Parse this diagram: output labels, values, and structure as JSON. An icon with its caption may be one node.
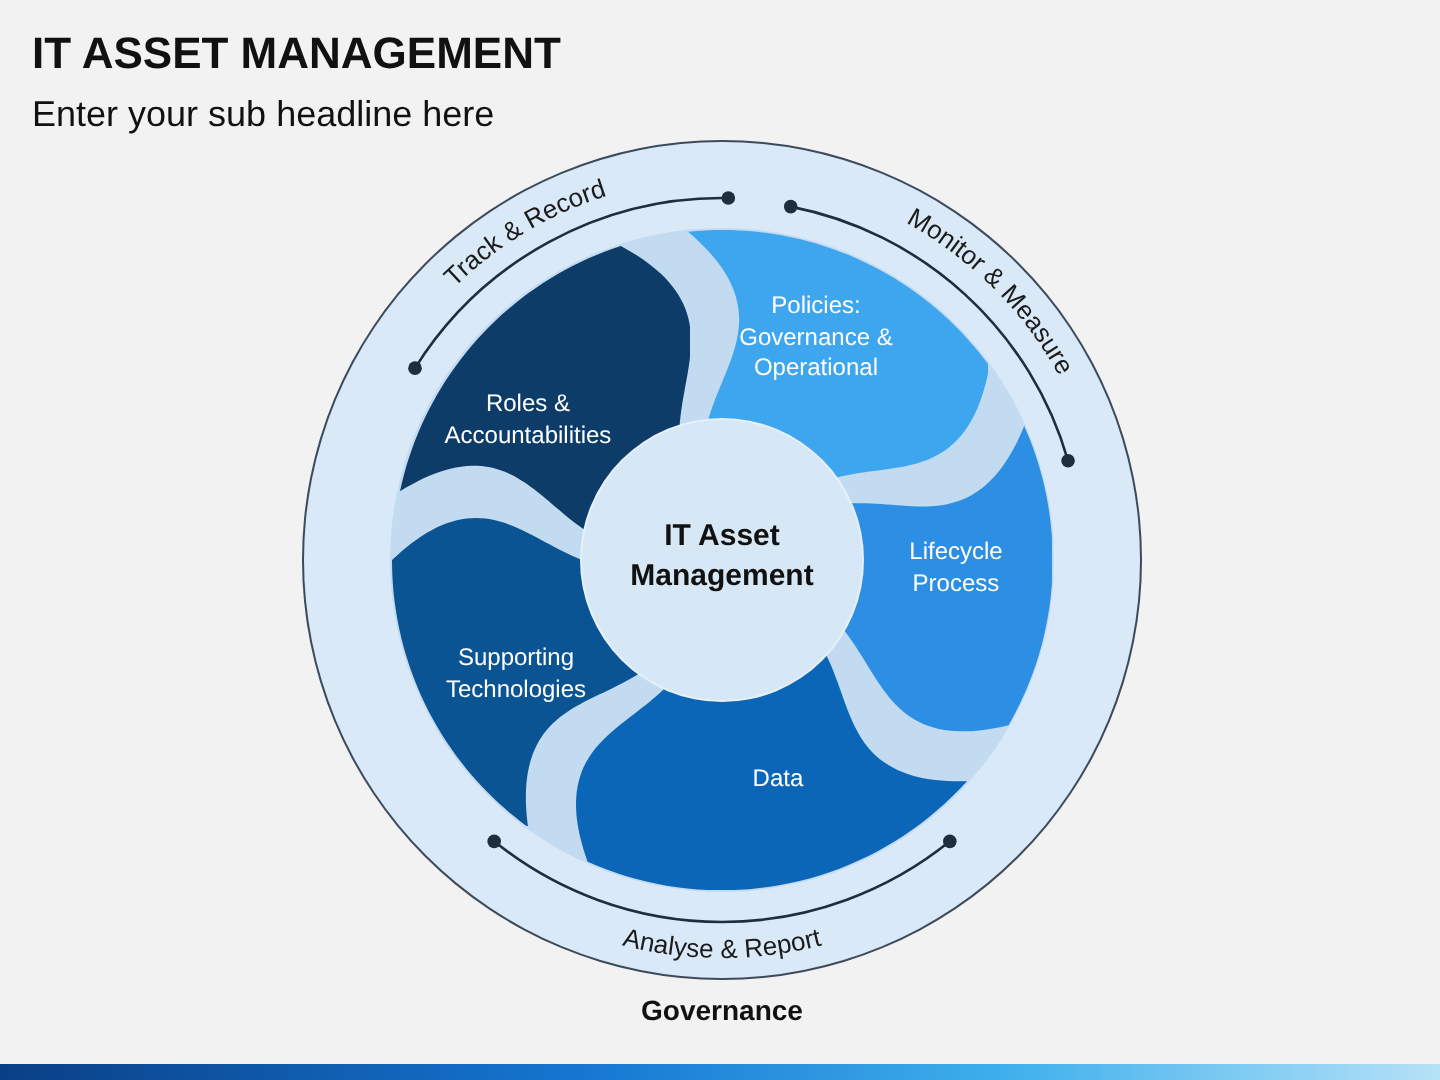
{
  "diagram": {
    "title": "IT ASSET MANAGEMENT",
    "nodes": [
      {
        "text": [
          "Track & Record",
          "Monitor & Measure",
          "Analyse & Report"
        ],
        "beside": [
          "Governance"
        ]
      },
      {
        "text": [
          "Policies: Governance & Operational"
        ],
        "in": 0
      },
      {
        "text": [
          "Roles & Accountabilities"
        ],
        "in": 0
      },
      {
        "text": [
          "IT Asset Management"
        ],
        "in": 0
      },
      {
        "text": [
          "Lifecycle Process"
        ],
        "in": 0
      },
      {
        "text": [
          "Supporting Technologies"
        ],
        "in": 0
      },
      {
        "text": [
          "Data"
        ],
        "in": 0
      }
    ],
    "labels": [
      "Enter your sub headline here"
    ]
  }
}
